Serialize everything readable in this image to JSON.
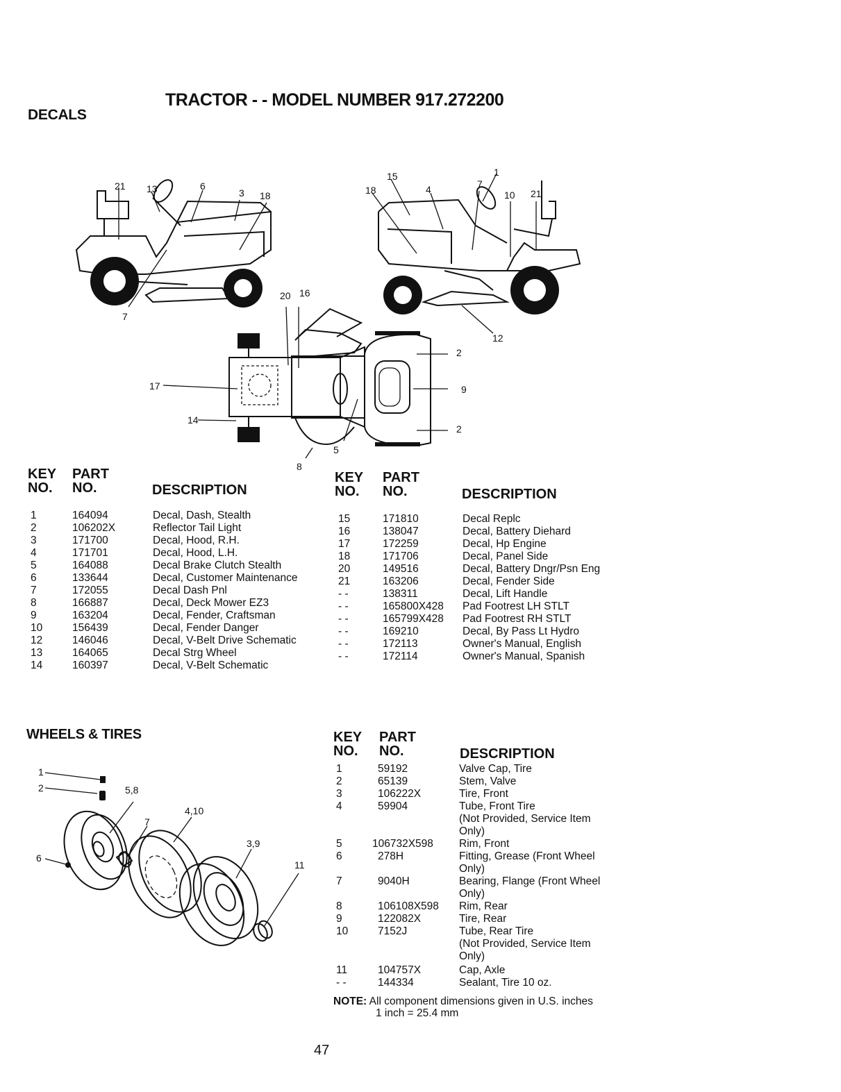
{
  "page": {
    "title": "TRACTOR - - MODEL NUMBER 917.272200",
    "page_number": "47"
  },
  "decals": {
    "section_title": "DECALS",
    "headers": {
      "key": "KEY",
      "no": "NO.",
      "part": "PART",
      "part_no": "NO.",
      "description": "DESCRIPTION"
    },
    "left_rows": [
      {
        "key": "1",
        "part": "164094",
        "desc": "Decal, Dash, Stealth"
      },
      {
        "key": "2",
        "part": "106202X",
        "desc": "Reflector Tail Light"
      },
      {
        "key": "3",
        "part": "171700",
        "desc": "Decal, Hood, R.H."
      },
      {
        "key": "4",
        "part": "171701",
        "desc": "Decal, Hood, L.H."
      },
      {
        "key": "5",
        "part": "164088",
        "desc": "Decal Brake Clutch Stealth"
      },
      {
        "key": "6",
        "part": "133644",
        "desc": "Decal, Customer Maintenance"
      },
      {
        "key": "7",
        "part": "172055",
        "desc": "Decal Dash Pnl"
      },
      {
        "key": "8",
        "part": "166887",
        "desc": "Decal, Deck Mower EZ3"
      },
      {
        "key": "9",
        "part": "163204",
        "desc": "Decal, Fender, Craftsman"
      },
      {
        "key": "10",
        "part": "156439",
        "desc": "Decal, Fender Danger"
      },
      {
        "key": "12",
        "part": "146046",
        "desc": "Decal, V-Belt Drive Schematic"
      },
      {
        "key": "13",
        "part": "164065",
        "desc": "Decal Strg Wheel"
      },
      {
        "key": "14",
        "part": "160397",
        "desc": "Decal, V-Belt Schematic"
      }
    ],
    "right_rows": [
      {
        "key": "15",
        "part": "171810",
        "desc": "Decal Replc"
      },
      {
        "key": "16",
        "part": "138047",
        "desc": "Decal, Battery Diehard"
      },
      {
        "key": "17",
        "part": "172259",
        "desc": "Decal, Hp Engine"
      },
      {
        "key": "18",
        "part": "171706",
        "desc": "Decal, Panel Side"
      },
      {
        "key": "20",
        "part": "149516",
        "desc": "Decal, Battery Dngr/Psn Eng"
      },
      {
        "key": "21",
        "part": "163206",
        "desc": "Decal, Fender Side"
      },
      {
        "key": "- -",
        "part": "138311",
        "desc": "Decal, Lift Handle"
      },
      {
        "key": "- -",
        "part": "165800X428",
        "desc": "Pad Footrest LH STLT"
      },
      {
        "key": "- -",
        "part": "165799X428",
        "desc": "Pad Footrest RH STLT"
      },
      {
        "key": "- -",
        "part": "169210",
        "desc": "Decal, By Pass Lt Hydro"
      },
      {
        "key": "- -",
        "part": "172113",
        "desc": "Owner's Manual, English"
      },
      {
        "key": "- -",
        "part": "172114",
        "desc": "Owner's Manual, Spanish"
      }
    ],
    "callouts": [
      "21",
      "13",
      "6",
      "3",
      "18",
      "7",
      "15",
      "18",
      "4",
      "7",
      "1",
      "10",
      "21",
      "12",
      "20",
      "16",
      "17",
      "14",
      "2",
      "9",
      "2",
      "8",
      "5"
    ]
  },
  "wheels": {
    "section_title": "WHEELS & TIRES",
    "headers": {
      "key": "KEY",
      "no": "NO.",
      "part": "PART",
      "part_no": "NO.",
      "description": "DESCRIPTION"
    },
    "rows": [
      {
        "key": "1",
        "part": "59192",
        "desc": "Valve Cap, Tire",
        "desc2": ""
      },
      {
        "key": "2",
        "part": "65139",
        "desc": "Stem, Valve",
        "desc2": ""
      },
      {
        "key": "3",
        "part": "106222X",
        "desc": "Tire, Front",
        "desc2": ""
      },
      {
        "key": "4",
        "part": "59904",
        "desc": "Tube, Front Tire",
        "desc2": "(Not Provided, Service Item",
        "desc3": "Only)"
      },
      {
        "key": "5",
        "part": "106732X598",
        "desc": "Rim, Front",
        "desc2": ""
      },
      {
        "key": "6",
        "part": "278H",
        "desc": "Fitting, Grease (Front Wheel",
        "desc2": "Only)"
      },
      {
        "key": "7",
        "part": "9040H",
        "desc": "Bearing, Flange (Front Wheel",
        "desc2": "Only)"
      },
      {
        "key": "8",
        "part": "106108X598",
        "desc": "Rim, Rear",
        "desc2": ""
      },
      {
        "key": "9",
        "part": "122082X",
        "desc": "Tire, Rear",
        "desc2": ""
      },
      {
        "key": "10",
        "part": "7152J",
        "desc": "Tube, Rear Tire",
        "desc2": "(Not Provided, Service Item",
        "desc3": "Only)"
      },
      {
        "key": "11",
        "part": "104757X",
        "desc": "Cap, Axle",
        "desc2": ""
      },
      {
        "key": "- -",
        "part": "144334",
        "desc": "Sealant, Tire 10 oz.",
        "desc2": ""
      }
    ],
    "note_label": "NOTE:",
    "note_line1": "All component dimensions given in U.S. inches",
    "note_line2": "1 inch = 25.4 mm",
    "callouts": [
      "1",
      "2",
      "5,8",
      "4,10",
      "7",
      "3,9",
      "6",
      "11"
    ]
  }
}
